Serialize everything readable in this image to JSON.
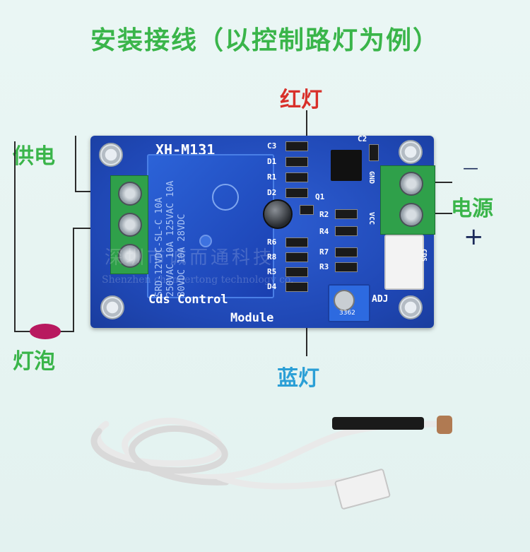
{
  "title": "安装接线（以控制路灯为例）",
  "labels": {
    "red_lamp": "红灯",
    "blue_lamp": "蓝灯",
    "power_supply": "供电",
    "power_source": "电源",
    "bulb": "灯泡",
    "minus": "—",
    "plus": "+"
  },
  "board": {
    "model": "XH-M131",
    "name_line1": "Cds Control",
    "name_line2": "Module",
    "relay_text": "SRD-12VDC-SL-C  10A 250VAC 10A 125VAC  10A 30VDC 10A 28VDC",
    "components_left": [
      "C3",
      "D1",
      "R1",
      "D2",
      "R6",
      "R8",
      "R5",
      "D4"
    ],
    "components_mid": [
      "Q1",
      "R2",
      "R4",
      "R7",
      "R3"
    ],
    "component_c2": "C2",
    "pin_gnd": "GND",
    "pin_vcc": "VCC",
    "connector_cds": "CDS",
    "adj": "ADJ",
    "pot_code": "3362",
    "watermark_cn": "深圳市诚而通科技",
    "watermark_en": "Shenzhen chengertong technology co."
  },
  "colors": {
    "green_text": "#3ab54a",
    "red_text": "#d8302a",
    "blue_text": "#2b9fd6",
    "pcb_blue": "#1f47b4",
    "bulb": "#b8195f"
  }
}
